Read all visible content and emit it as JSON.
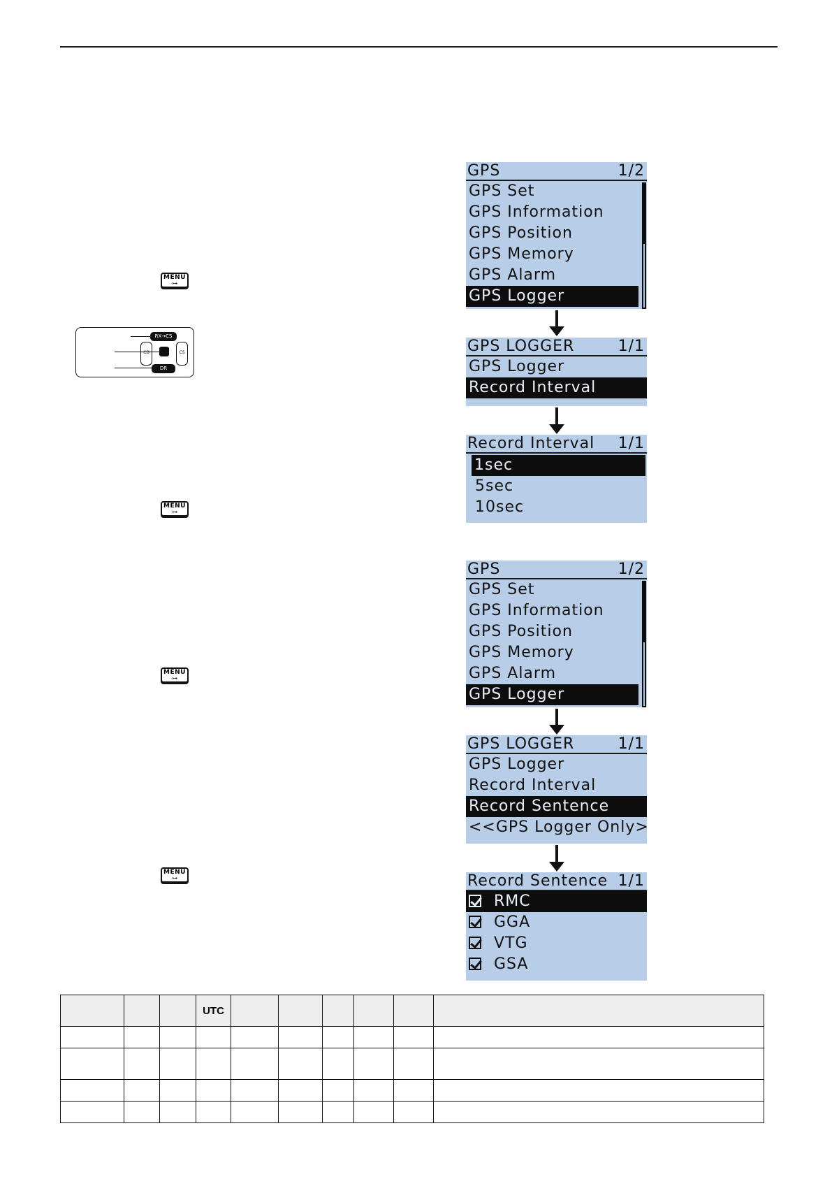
{
  "screens": {
    "gps_menu_1": {
      "title": "GPS",
      "page": "1/2",
      "items": [
        "GPS Set",
        "GPS Information",
        "GPS Position",
        "GPS Memory",
        "GPS Alarm",
        "GPS Logger"
      ],
      "selected_index": 5
    },
    "gps_logger_1": {
      "title": "GPS LOGGER",
      "page": "1/1",
      "items": [
        "GPS Logger",
        "Record Interval"
      ],
      "selected_index": 1
    },
    "record_interval": {
      "title": "Record Interval",
      "page": "1/1",
      "items": [
        "1sec",
        "5sec",
        "10sec"
      ],
      "selected_index": 0
    },
    "gps_menu_2": {
      "title": "GPS",
      "page": "1/2",
      "items": [
        "GPS Set",
        "GPS Information",
        "GPS Position",
        "GPS Memory",
        "GPS Alarm",
        "GPS Logger"
      ],
      "selected_index": 5
    },
    "gps_logger_2": {
      "title": "GPS LOGGER",
      "page": "1/1",
      "items": [
        "GPS Logger",
        "Record Interval",
        "Record Sentence",
        "<<GPS Logger Only>"
      ],
      "selected_index": 2
    },
    "record_sentence": {
      "title": "Record Sentence",
      "page": "1/1",
      "items": [
        "RMC",
        "GGA",
        "VTG",
        "GSA"
      ],
      "selected_index": 0,
      "checked": [
        true,
        true,
        true,
        true
      ]
    }
  },
  "menu_key": {
    "label": "MENU",
    "sub": "⊶"
  },
  "keypad": {
    "top_key": "RX→CS",
    "bottom_key": "DR",
    "left_key": "CD",
    "right_key": "CS"
  },
  "table": {
    "header": [
      "",
      "",
      "",
      "UTC",
      "",
      "",
      "",
      "",
      "",
      ""
    ],
    "rows": 4
  }
}
